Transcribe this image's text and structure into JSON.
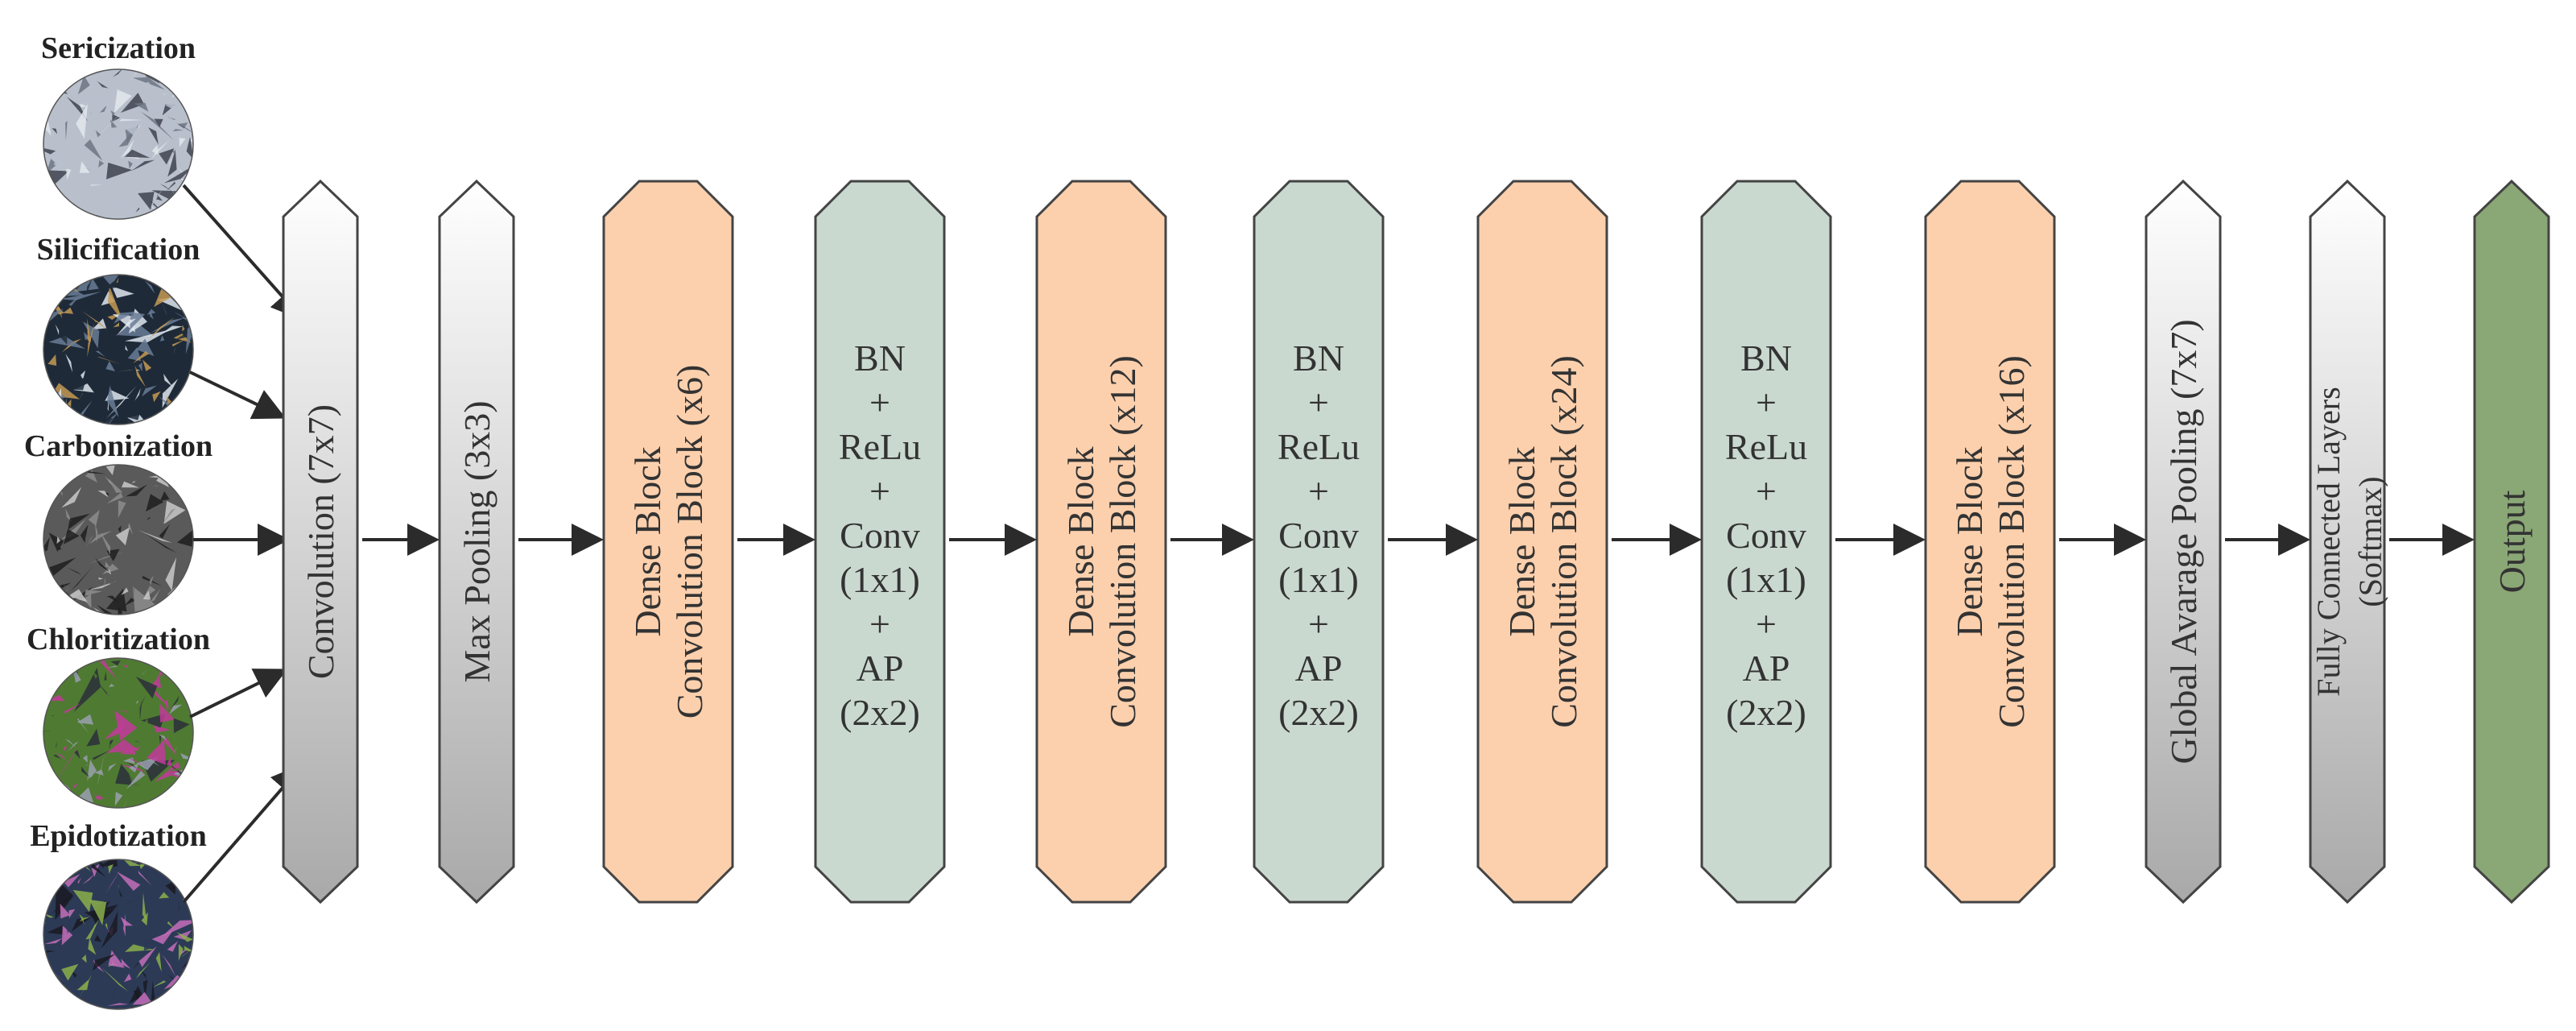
{
  "inputs": [
    {
      "label": "Sericization",
      "palette": [
        "#b9c0cc",
        "#6d7482",
        "#e3e6ec",
        "#3f4350"
      ]
    },
    {
      "label": "Silicification",
      "palette": [
        "#1f2a38",
        "#c49a52",
        "#dfe6ee",
        "#6a7d96"
      ]
    },
    {
      "label": "Carbonization",
      "palette": [
        "#5a5a5a",
        "#c9c9c9",
        "#1e1e1e",
        "#8d8d8d"
      ]
    },
    {
      "label": "Chloritization",
      "palette": [
        "#4f7a32",
        "#c23a9a",
        "#2a2f3a",
        "#9aa0b0"
      ]
    },
    {
      "label": "Epidotization",
      "palette": [
        "#2c3a56",
        "#8bb04a",
        "#c46fb8",
        "#1a1a22"
      ]
    }
  ],
  "blocks": [
    {
      "id": "convolution",
      "style": "gray",
      "vertical": [
        "Convolution (7x7)"
      ]
    },
    {
      "id": "max-pooling",
      "style": "gray",
      "vertical": [
        "Max Pooling (3x3)"
      ]
    },
    {
      "id": "dense-1",
      "style": "orange",
      "vertical": [
        "Dense Block",
        "Convolution Block (x6)"
      ]
    },
    {
      "id": "transition-1",
      "style": "green",
      "horizontal": [
        "BN",
        "+",
        "ReLu",
        "+",
        "Conv",
        "(1x1)",
        "+",
        "AP",
        "(2x2)"
      ]
    },
    {
      "id": "dense-2",
      "style": "orange",
      "vertical": [
        "Dense Block",
        "Convolution Block (x12)"
      ]
    },
    {
      "id": "transition-2",
      "style": "green",
      "horizontal": [
        "BN",
        "+",
        "ReLu",
        "+",
        "Conv",
        "(1x1)",
        "+",
        "AP",
        "(2x2)"
      ]
    },
    {
      "id": "dense-3",
      "style": "orange",
      "vertical": [
        "Dense Block",
        "Convolution Block (x24)"
      ]
    },
    {
      "id": "transition-3",
      "style": "green",
      "horizontal": [
        "BN",
        "+",
        "ReLu",
        "+",
        "Conv",
        "(1x1)",
        "+",
        "AP",
        "(2x2)"
      ]
    },
    {
      "id": "dense-4",
      "style": "orange",
      "vertical": [
        "Dense Block",
        "Convolution Block (x16)"
      ]
    },
    {
      "id": "global-pooling",
      "style": "gray",
      "vertical": [
        "Global Avarage Pooling (7x7)"
      ]
    },
    {
      "id": "fully-connected",
      "style": "gray",
      "vertical": [
        "Fully Connected Layers",
        "(Softmax)"
      ]
    },
    {
      "id": "output",
      "style": "output",
      "vertical": [
        "Output"
      ]
    }
  ],
  "colors": {
    "orange": "#fdd0ad",
    "green": "#cad9d0",
    "output": "#8aa776",
    "gray_top": "#ffffff",
    "gray_bottom": "#a9a9a9",
    "arrow": "#2b2b2b",
    "stroke": "#444444"
  }
}
